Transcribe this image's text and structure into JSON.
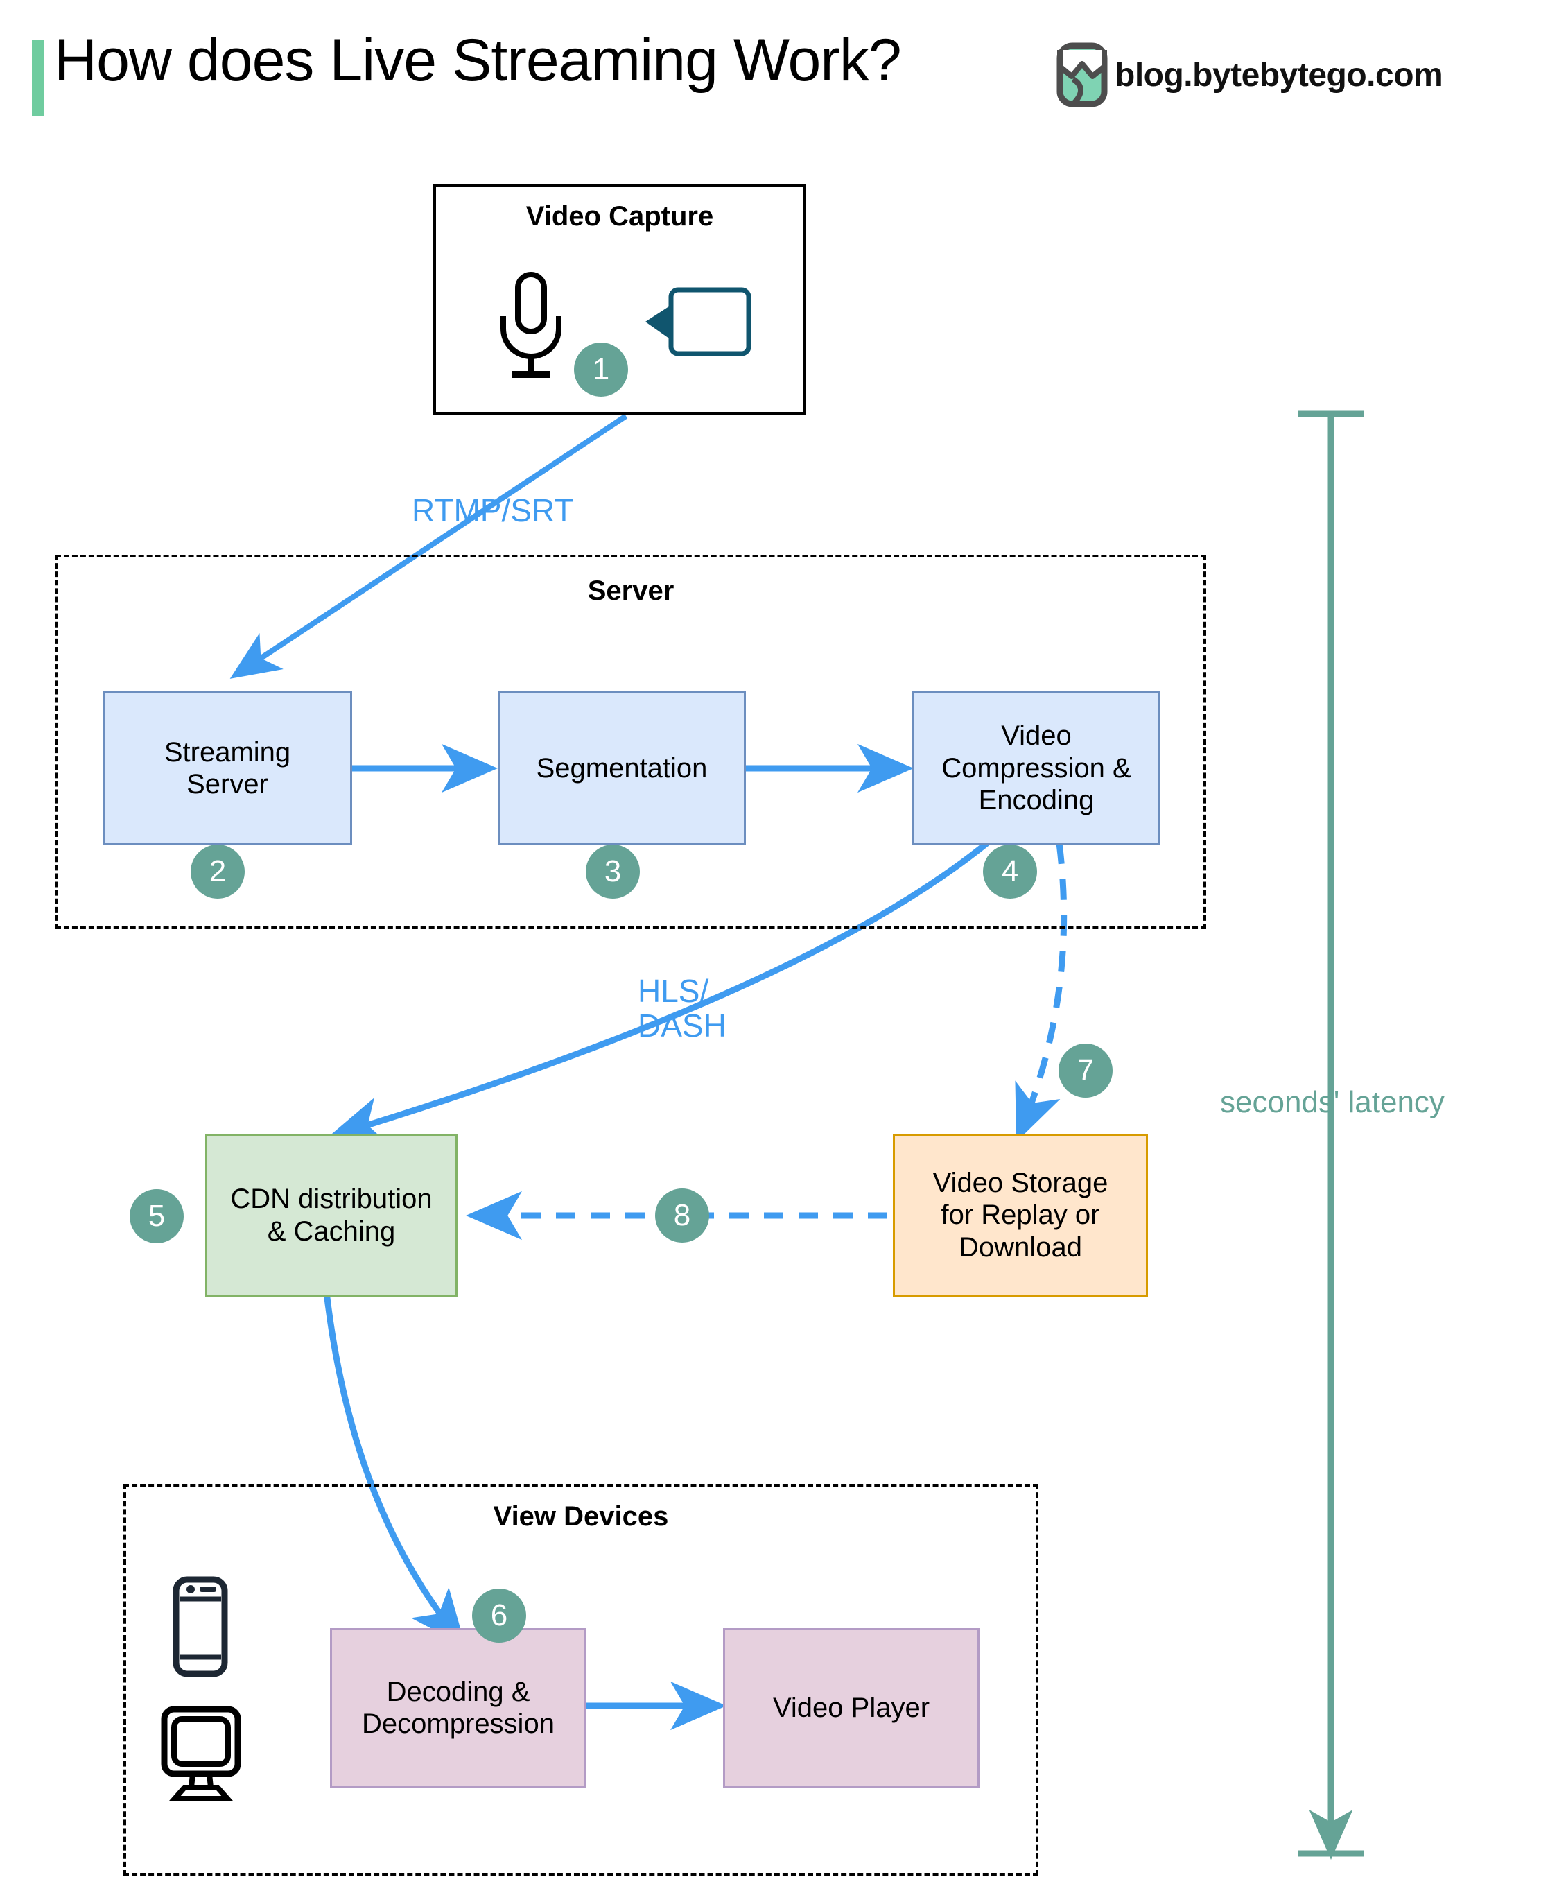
{
  "header": {
    "title": "How does Live Streaming Work?",
    "brand_label": "blog.bytebytego.com",
    "accent_color": "#6FCC9F"
  },
  "colors": {
    "arrow_blue": "#3F9BF0",
    "badge_teal": "#65A396",
    "latency_teal": "#65A396",
    "node_blue_fill": "#DAE8FC",
    "node_blue_border": "#6C8EBF",
    "node_green_fill": "#D5E8D4",
    "node_green_border": "#82B366",
    "node_orange_fill": "#FFE6CC",
    "node_orange_border": "#D79B00",
    "node_purple_fill": "#E6D0DE",
    "node_purple_border": "#B39BC5"
  },
  "groups": {
    "capture": {
      "label": "Video Capture"
    },
    "server": {
      "label": "Server"
    },
    "view_devices": {
      "label": "View Devices"
    }
  },
  "nodes": {
    "streaming_server": "Streaming\nServer",
    "segmentation": "Segmentation",
    "video_compression": "Video\nCompression &\nEncoding",
    "cdn": "CDN distribution\n& Caching",
    "video_storage": "Video Storage\nfor Replay or\nDownload",
    "decoding": "Decoding &\nDecompression",
    "video_player": "Video Player"
  },
  "badges": [
    {
      "id": "badge-1",
      "number": "1"
    },
    {
      "id": "badge-2",
      "number": "2"
    },
    {
      "id": "badge-3",
      "number": "3"
    },
    {
      "id": "badge-4",
      "number": "4"
    },
    {
      "id": "badge-5",
      "number": "5"
    },
    {
      "id": "badge-6",
      "number": "6"
    },
    {
      "id": "badge-7",
      "number": "7"
    },
    {
      "id": "badge-8",
      "number": "8"
    }
  ],
  "edge_labels": {
    "rtmp_srt": "RTMP/SRT",
    "hls_dash": "HLS/\nDASH"
  },
  "latency": {
    "label": "seconds' latency"
  },
  "icons": {
    "microphone": "microphone-icon",
    "video_camera": "video-camera-icon",
    "phone": "phone-icon",
    "monitor": "monitor-icon",
    "brand_logo": "bytebytego-logo-icon"
  }
}
